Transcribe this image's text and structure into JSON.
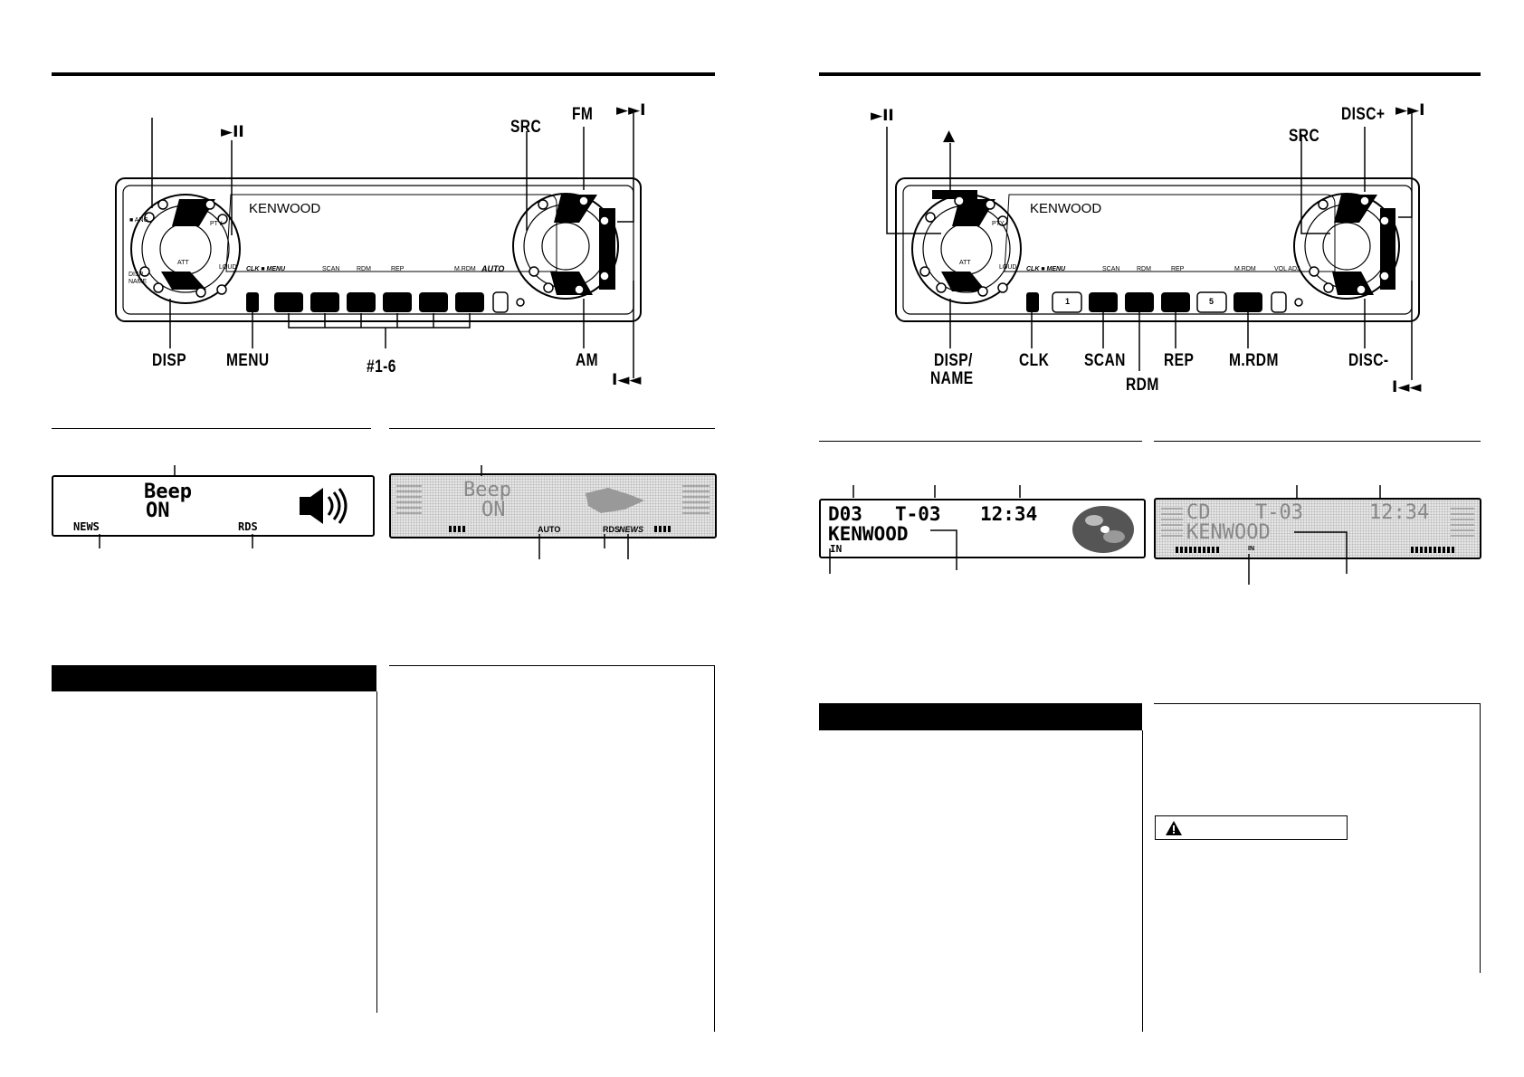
{
  "left_diagram": {
    "labels": {
      "play_pause": "►II",
      "src": "SRC",
      "fm": "FM",
      "next": "►►I",
      "disp": "DISP",
      "menu": "MENU",
      "presets": "#1-6",
      "am": "AM",
      "prev": "I◄◄"
    },
    "unit": {
      "brand": "KENWOOD",
      "att": "ATT",
      "loud": "LOUD",
      "pty": "PTY",
      "clk_menu": "CLK ■ MENU",
      "scan": "SCAN",
      "rdm": "RDM",
      "rep": "REP",
      "mrdm": "M.RDM",
      "auto": "AUTO",
      "ang": "■ ANG",
      "disp_name": "DISP NAME"
    }
  },
  "right_diagram": {
    "labels": {
      "play_pause": "►II",
      "eject": "▲",
      "src": "SRC",
      "disc_plus": "DISC+",
      "next": "►►I",
      "disp_name_1": "DISP/",
      "disp_name_2": "NAME",
      "clk": "CLK",
      "scan": "SCAN",
      "rdm": "RDM",
      "rep": "REP",
      "mrdm": "M.RDM",
      "disc_minus": "DISC-",
      "prev": "I◄◄"
    },
    "unit": {
      "brand": "KENWOOD",
      "att": "ATT",
      "loud": "LOUD",
      "pty": "PTY",
      "clk_menu": "CLK ■ MENU",
      "scan": "SCAN",
      "rdm": "RDM",
      "rep": "REP",
      "mrdm": "M.RDM",
      "vol_adj": "VOL ADJ",
      "preset_1": "1",
      "preset_5": "5"
    }
  },
  "displays": {
    "beep_a": {
      "line1": "Beep",
      "line2": "ON",
      "news": "NEWS",
      "rds": "RDS"
    },
    "beep_b": {
      "line1": "Beep",
      "line2": "ON",
      "auto": "AUTO",
      "rds": "RDS",
      "news": "NEWS"
    },
    "cd_a": {
      "disc": "D03",
      "track": "T-03",
      "time": "12:34",
      "name": "KENWOOD",
      "in": "IN"
    },
    "cd_b": {
      "source": "CD",
      "track": "T-03",
      "time": "12:34",
      "name": "KENWOOD",
      "in": "IN"
    }
  }
}
